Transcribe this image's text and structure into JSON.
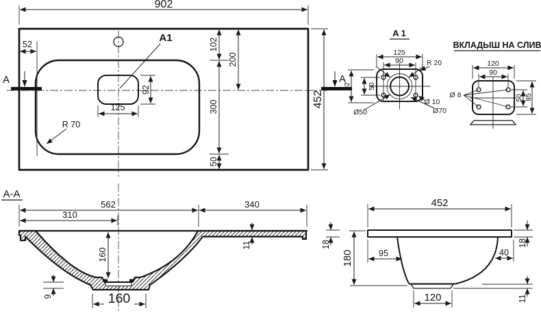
{
  "plan": {
    "dim_902": "902",
    "dim_452": "452",
    "dim_52": "52",
    "dim_102": "102",
    "dim_200": "200",
    "dim_300": "300",
    "dim_50": "50",
    "dim_92": "92",
    "dim_125": "125",
    "radius_label": "R 70",
    "detail_label": "A1",
    "section_letter_left": "A",
    "section_letter_right": "A"
  },
  "detail_a1": {
    "title": "A 1",
    "dim_125": "125",
    "dim_90": "90",
    "radius_label": "R 20",
    "dim_92": "92",
    "dim_50": "50",
    "dia_50": "Ø50",
    "dia_10": "Ø 10",
    "dia_70": "Ø70"
  },
  "insert": {
    "title": "ВКЛАДЫШ НА СЛИВ",
    "dim_120": "120",
    "dim_90": "90",
    "dia_8": "Ø 8",
    "dim_50": "50",
    "dim_85": "85"
  },
  "section_aa": {
    "title": "A-A",
    "dim_562": "562",
    "dim_340": "340",
    "dim_310": "310",
    "dim_160_depth": "160",
    "dim_11": "11",
    "dim_9": "9",
    "dim_160_drain": "160"
  },
  "side": {
    "dim_452": "452",
    "dim_180": "180",
    "dim_18_left": "18",
    "dim_18_right": "18",
    "dim_95": "95",
    "dim_40": "40",
    "dim_120": "120",
    "dim_11": "11"
  }
}
